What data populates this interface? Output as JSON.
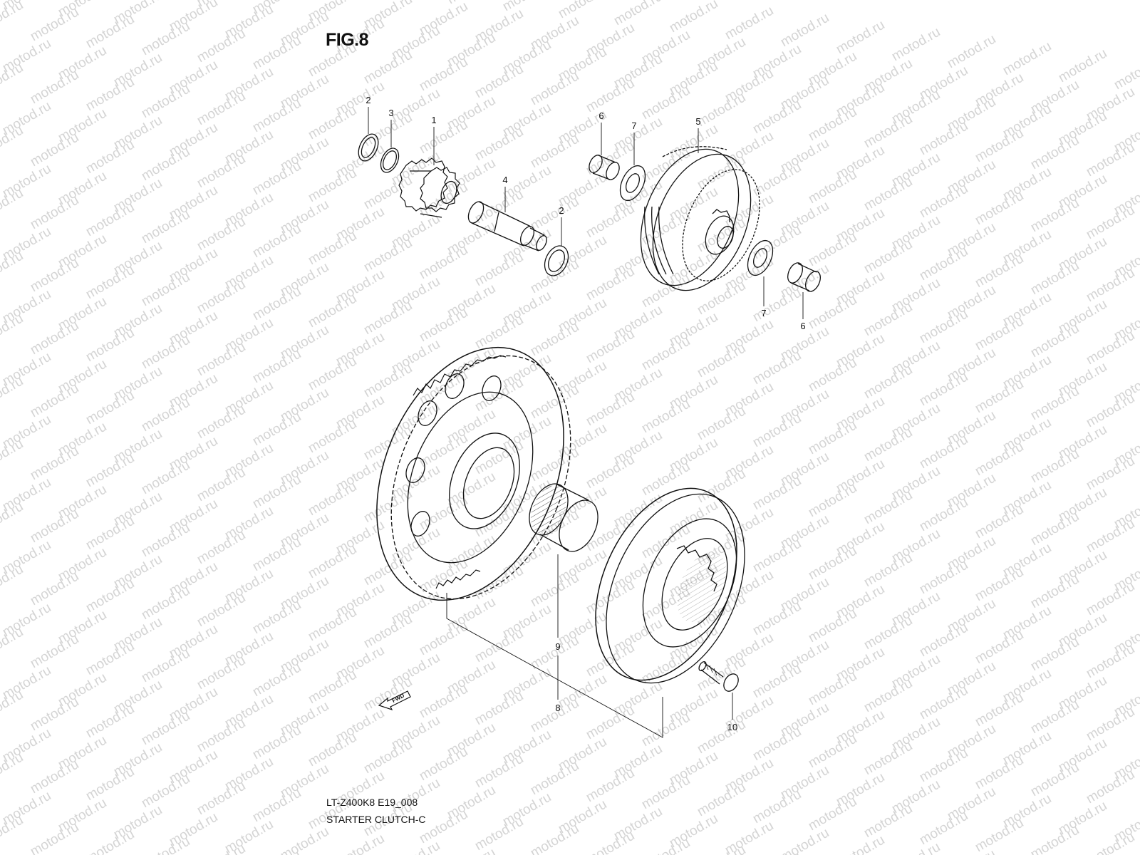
{
  "figure": {
    "title": "FIG.8",
    "model_code": "LT-Z400K8 E19_008",
    "assembly_name": "STARTER CLUTCH-C",
    "direction_label": "FWD",
    "watermark_text": "motod.ru",
    "line_color": "#111111",
    "watermark_color": "#d4d4d4"
  },
  "callouts": [
    {
      "id": "c2a",
      "label": "2"
    },
    {
      "id": "c3",
      "label": "3"
    },
    {
      "id": "c1",
      "label": "1"
    },
    {
      "id": "c4",
      "label": "4"
    },
    {
      "id": "c2b",
      "label": "2"
    },
    {
      "id": "c6a",
      "label": "6"
    },
    {
      "id": "c7a",
      "label": "7"
    },
    {
      "id": "c5",
      "label": "5"
    },
    {
      "id": "c7b",
      "label": "7"
    },
    {
      "id": "c6b",
      "label": "6"
    },
    {
      "id": "c9",
      "label": "9"
    },
    {
      "id": "c8",
      "label": "8"
    },
    {
      "id": "c10",
      "label": "10"
    }
  ]
}
